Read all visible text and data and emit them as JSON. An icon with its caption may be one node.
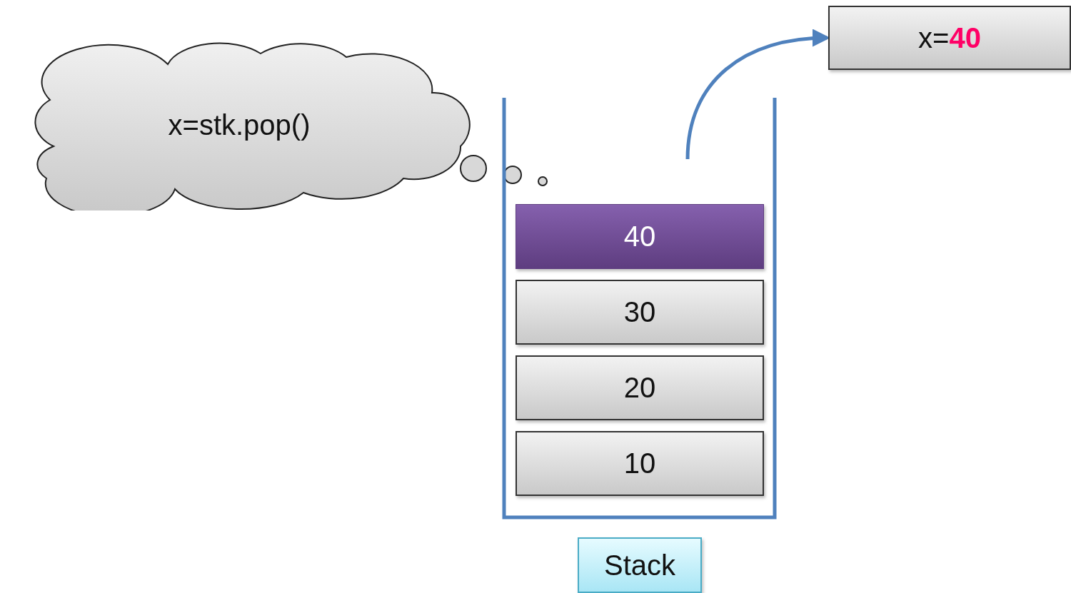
{
  "diagram": {
    "nodes": [
      {
        "text": [
          "x=stk.pop()"
        ]
      },
      {
        "text": [
          "x=**40**"
        ]
      },
      {
        "text": [
          "40"
        ]
      },
      {
        "text": [
          "30"
        ]
      },
      {
        "text": [
          "20"
        ]
      },
      {
        "text": [
          "10"
        ]
      },
      {
        "text": [
          "Stack"
        ]
      }
    ],
    "edges": [
      {
        "from": null,
        "to": 1,
        "arrow": "to"
      }
    ]
  }
}
